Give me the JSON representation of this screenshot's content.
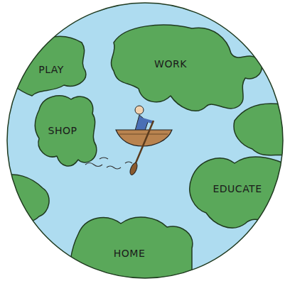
{
  "diagram": {
    "labels": [
      "PLAY",
      "WORK",
      "SHOP",
      "EDUCATE",
      "HOME"
    ]
  }
}
